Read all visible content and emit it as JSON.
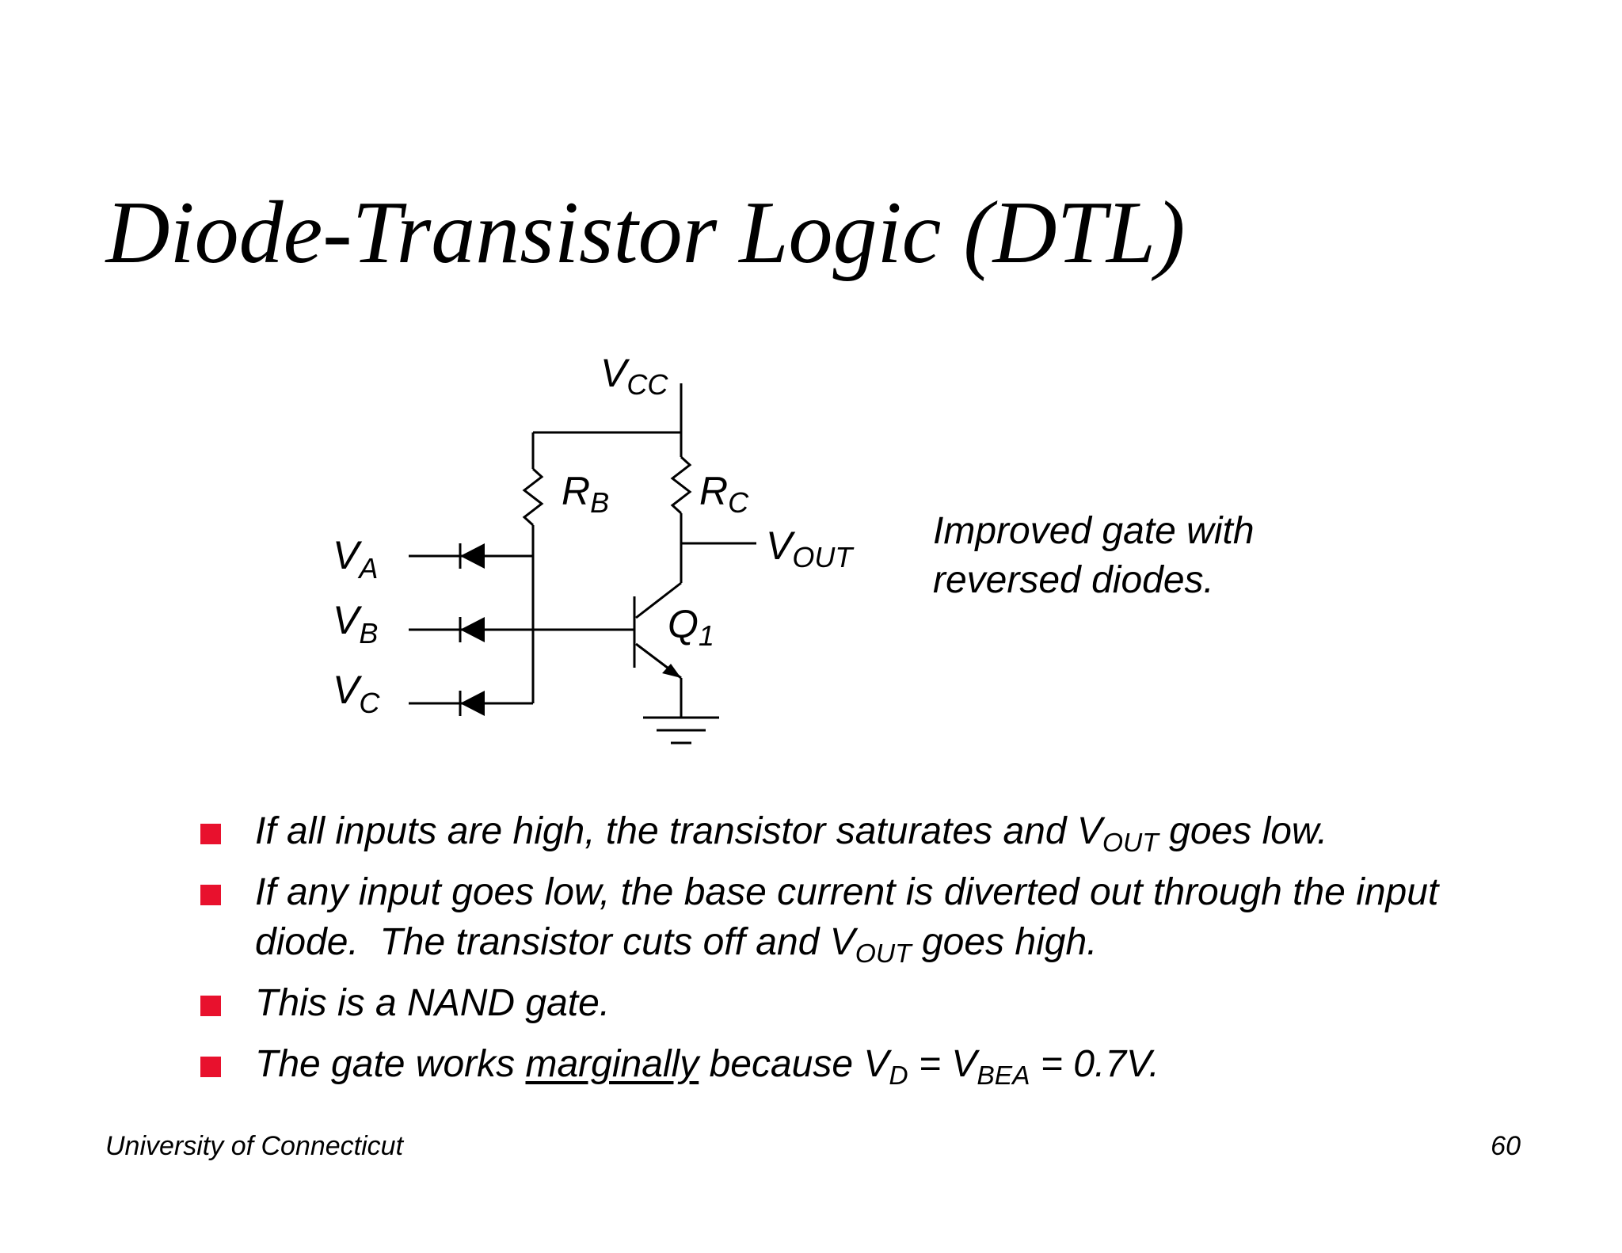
{
  "slide": {
    "title": "Diode-Transistor Logic (DTL)",
    "footer_left": "University of Connecticut",
    "page_number": "60",
    "bullet_color": "#e8112d"
  },
  "circuit": {
    "vcc": {
      "main": "V",
      "sub": "CC"
    },
    "rb": {
      "main": "R",
      "sub": "B"
    },
    "rc": {
      "main": "R",
      "sub": "C"
    },
    "vout": {
      "main": "V",
      "sub": "OUT"
    },
    "q1": {
      "main": "Q",
      "sub": "1"
    },
    "va": {
      "main": "V",
      "sub": "A"
    },
    "vb": {
      "main": "V",
      "sub": "B"
    },
    "vc": {
      "main": "V",
      "sub": "C"
    }
  },
  "note": {
    "line1": "Improved gate with",
    "line2": "reversed diodes."
  },
  "bullets": [
    {
      "a": "If all inputs are high, the transistor saturates and V",
      "a_sub": "OUT",
      "b": " goes low."
    },
    {
      "a": "If any input goes low, the base current is diverted out through the input  diode.  The transistor cuts off and V",
      "a_sub": "OUT",
      "b": " goes high."
    },
    {
      "a": "This is a NAND gate."
    },
    {
      "a": "The gate works ",
      "underlined": "marginally",
      "b": " because V",
      "b_sub": "D",
      "c": " = V",
      "c_sub": "BEA",
      "d": " = 0.7V."
    }
  ]
}
